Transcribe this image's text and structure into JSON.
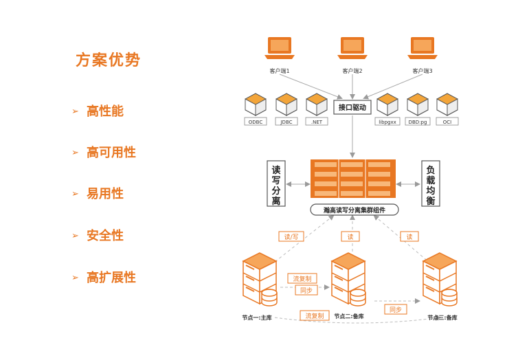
{
  "left": {
    "title": "方案优势",
    "items": [
      {
        "label": "高性能"
      },
      {
        "label": "高可用性"
      },
      {
        "label": "易用性"
      },
      {
        "label": "安全性"
      },
      {
        "label": "高扩展性"
      }
    ],
    "bullet_symbol": "➢"
  },
  "diagram": {
    "clients": [
      "客户端1",
      "客户端2",
      "客户端3"
    ],
    "drivers_left": [
      "ODBC",
      "JDBC",
      ".NET"
    ],
    "drivers_right": [
      "libpgxx",
      "DBD:pg",
      "OCI"
    ],
    "interface_label": "接口驱动",
    "cluster_label": "瀚高读写分离集群组件",
    "side_left": "读写分离",
    "side_right": "负载均衡",
    "edge_labels": {
      "rw": "读/写",
      "r1": "读",
      "r2": "读"
    },
    "repl": {
      "stream1": "流复制",
      "sync1": "同步",
      "stream2": "流复制",
      "sync2": "同步"
    },
    "nodes": [
      "节点一:主库",
      "节点二:备库",
      "节点三:备库"
    ]
  },
  "colors": {
    "accent": "#e87722",
    "line": "#aaaaaa",
    "cube": "#f3a53a"
  }
}
